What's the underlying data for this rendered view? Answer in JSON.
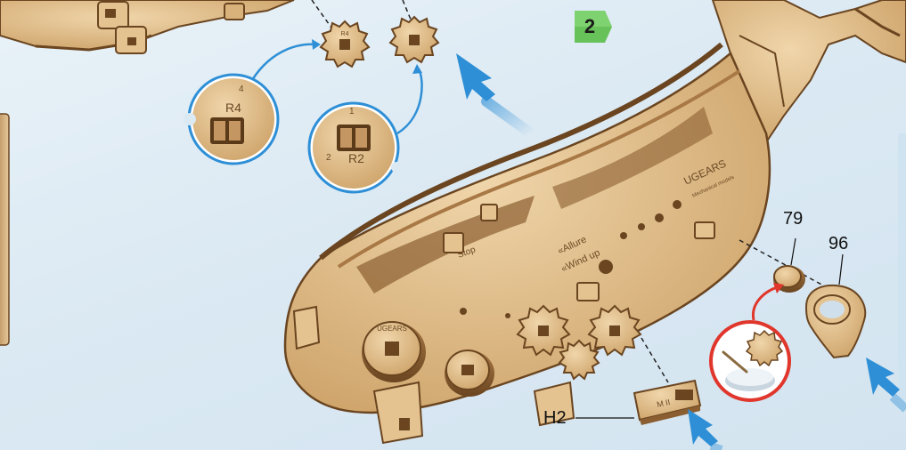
{
  "step_number": "2",
  "part_labels": {
    "part_79": "79",
    "part_96": "96",
    "part_h2": "H2"
  },
  "inset_labels": {
    "gear_r4": "R4",
    "gear_r2": "R2",
    "r4_mark": "4",
    "r2_mark_top": "1",
    "r2_mark_side": "2"
  },
  "engraved_text": {
    "stop": "Stop",
    "allure": "«Allure",
    "wind_up": "«Wind up",
    "ugears_body": "UGEARS",
    "ugears_tag": "Mechanical models",
    "ugears_disc": "UGEARS",
    "h2_part": "M II"
  },
  "colors": {
    "background": "#dbe9f3",
    "wood": "#d8b47f",
    "wood_dark": "#7a532a",
    "accent_blue": "#2e8fd6",
    "step_badge": "#67c25a",
    "glue_ring": "#e0362c"
  }
}
